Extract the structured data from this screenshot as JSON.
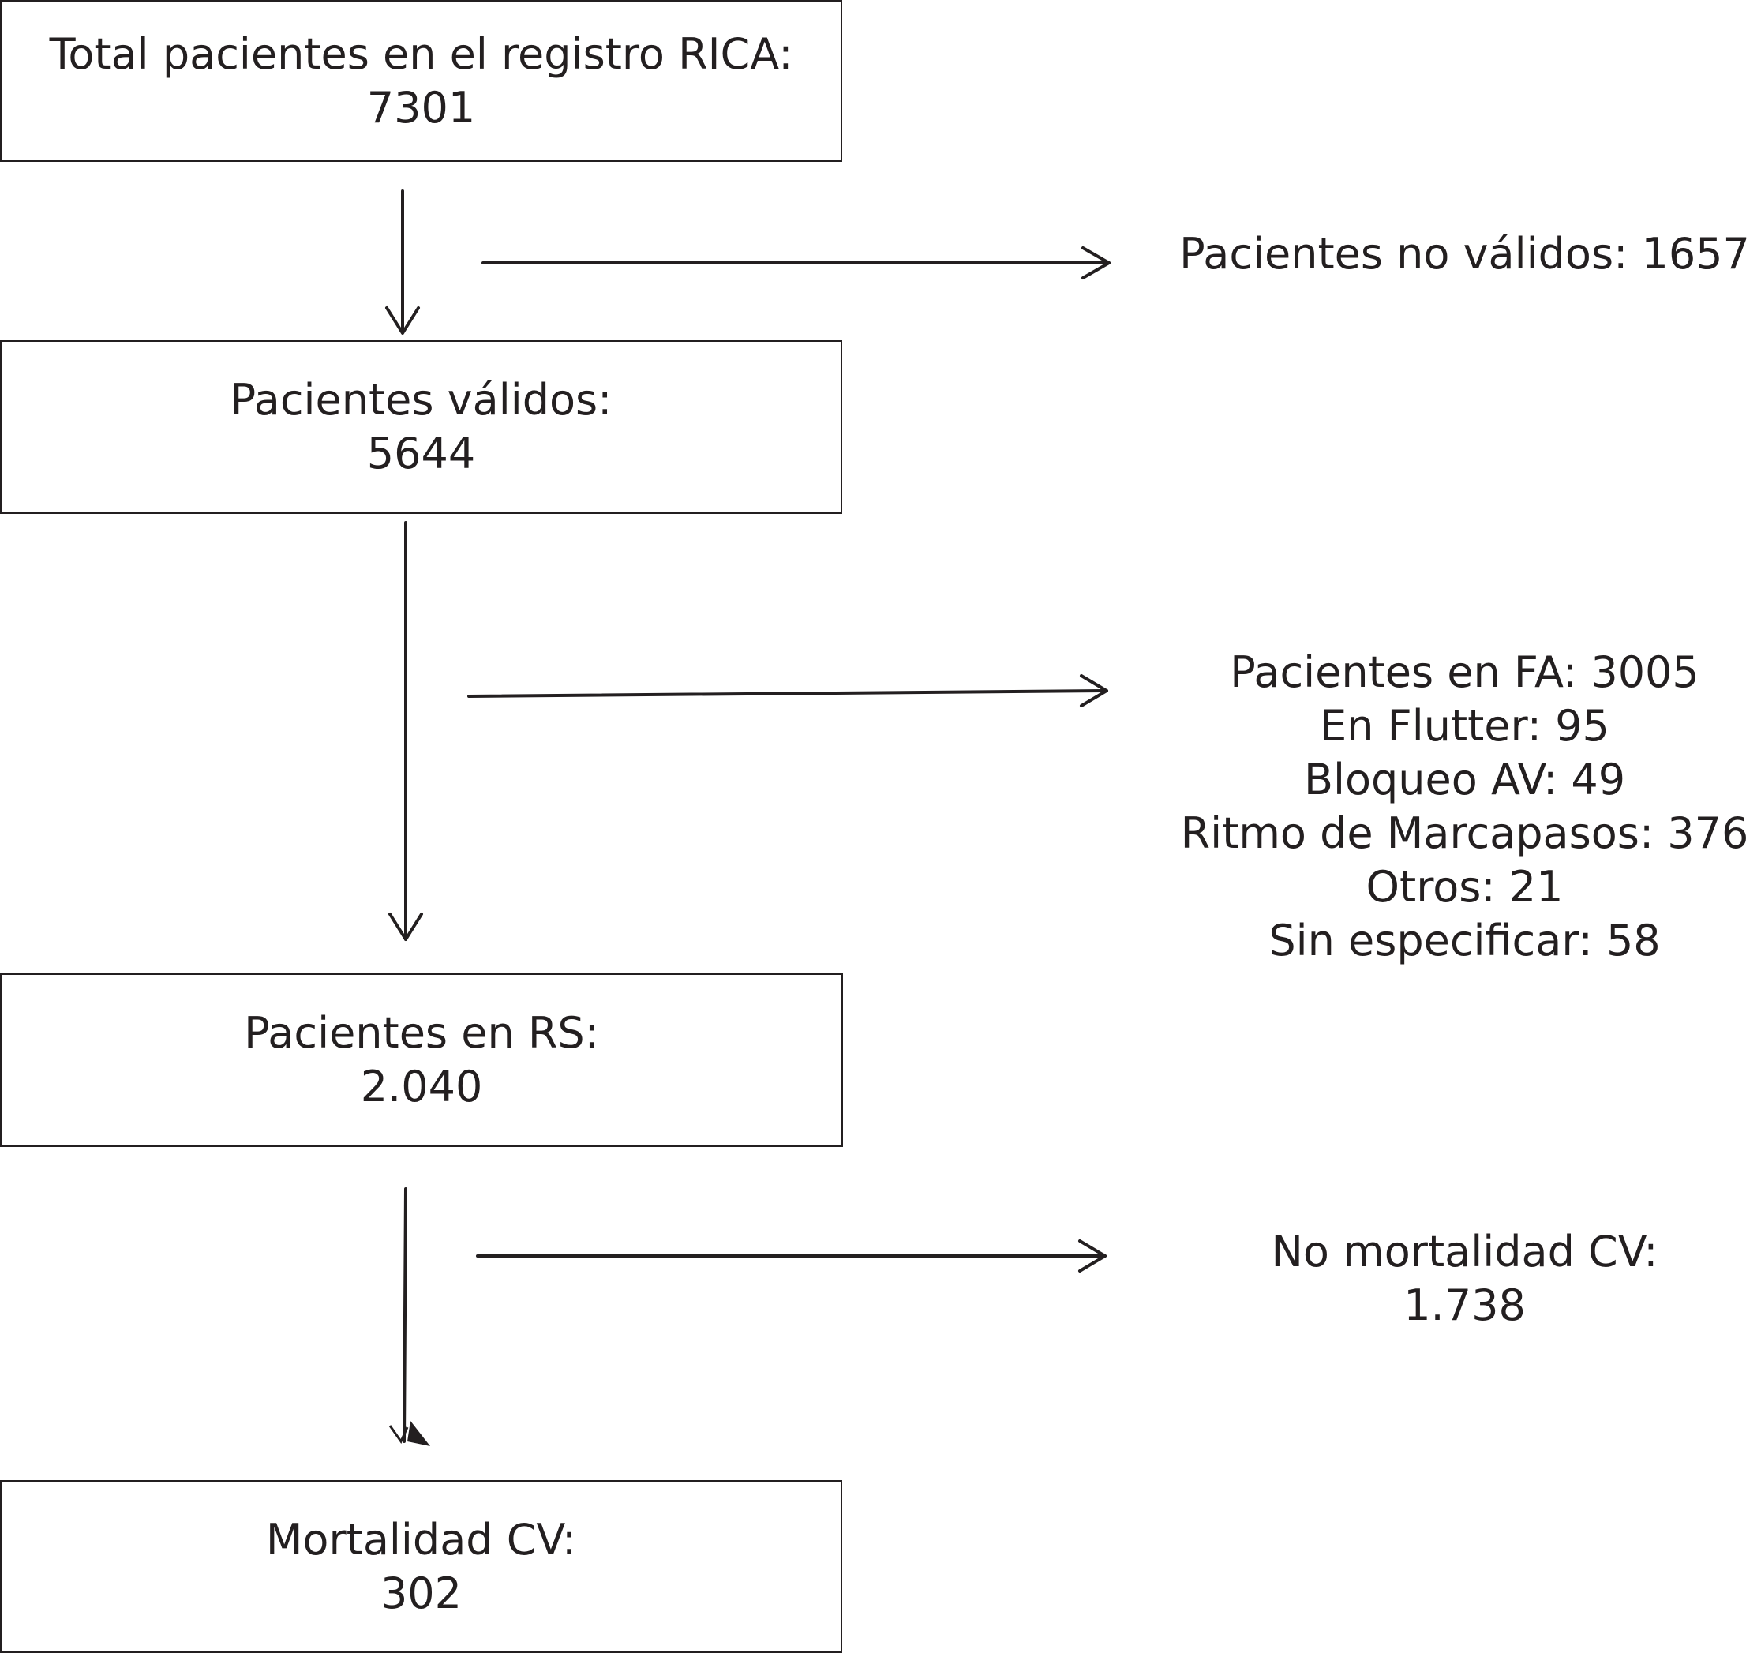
{
  "boxes": {
    "total": {
      "label": "Total pacientes en el registro RICA:",
      "value": "7301"
    },
    "validos": {
      "label": "Pacientes válidos:",
      "value": "5644"
    },
    "rs": {
      "label": "Pacientes en RS:",
      "value": "2.040"
    },
    "mortalidad": {
      "label": "Mortalidad CV:",
      "value": "302"
    }
  },
  "side": {
    "no_validos": "Pacientes no válidos: 1657",
    "excluidos": [
      "Pacientes en FA: 3005",
      "En Flutter: 95",
      "Bloqueo AV: 49",
      "Ritmo de Marcapasos: 376",
      "Otros: 21",
      "Sin especificar: 58"
    ],
    "no_mortalidad": {
      "label": "No mortalidad CV:",
      "value": "1.738"
    }
  },
  "colors": {
    "stroke": "#231f20",
    "background": "#ffffff"
  }
}
